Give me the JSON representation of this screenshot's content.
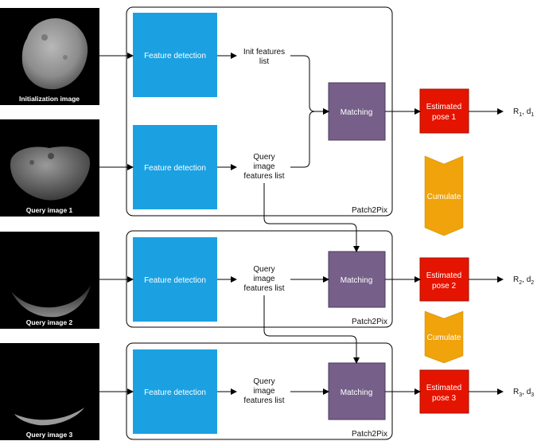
{
  "images": [
    {
      "label": "Initialization image"
    },
    {
      "label": "Query image 1"
    },
    {
      "label": "Query image 2"
    },
    {
      "label": "Query image 3"
    }
  ],
  "groups": [
    {
      "label": "Patch2Pix"
    },
    {
      "label": "Patch2Pix"
    },
    {
      "label": "Patch2Pix"
    }
  ],
  "feature_detection_label": "Feature detection",
  "init_features": {
    "line1": "Init features",
    "line2": "list"
  },
  "query_features": {
    "line1": "Query",
    "line2": "image",
    "line3": "features list"
  },
  "matching_label": "Matching",
  "pose": [
    {
      "line1": "Estimated",
      "line2": "pose 1"
    },
    {
      "line1": "Estimated",
      "line2": "pose 2"
    },
    {
      "line1": "Estimated",
      "line2": "pose 3"
    }
  ],
  "outputs": [
    {
      "R": "R",
      "Rsub": "1",
      "d": "d",
      "dsub": "1"
    },
    {
      "R": "R",
      "Rsub": "2",
      "d": "d",
      "dsub": "2"
    },
    {
      "R": "R",
      "Rsub": "3",
      "d": "d",
      "dsub": "3"
    }
  ],
  "cumulate_label": "Cumulate",
  "colors": {
    "feature_box": "#1ba1e2",
    "matching_box": "#76608a",
    "pose_box": "#e51400",
    "cumulate": "#f0a30a"
  }
}
